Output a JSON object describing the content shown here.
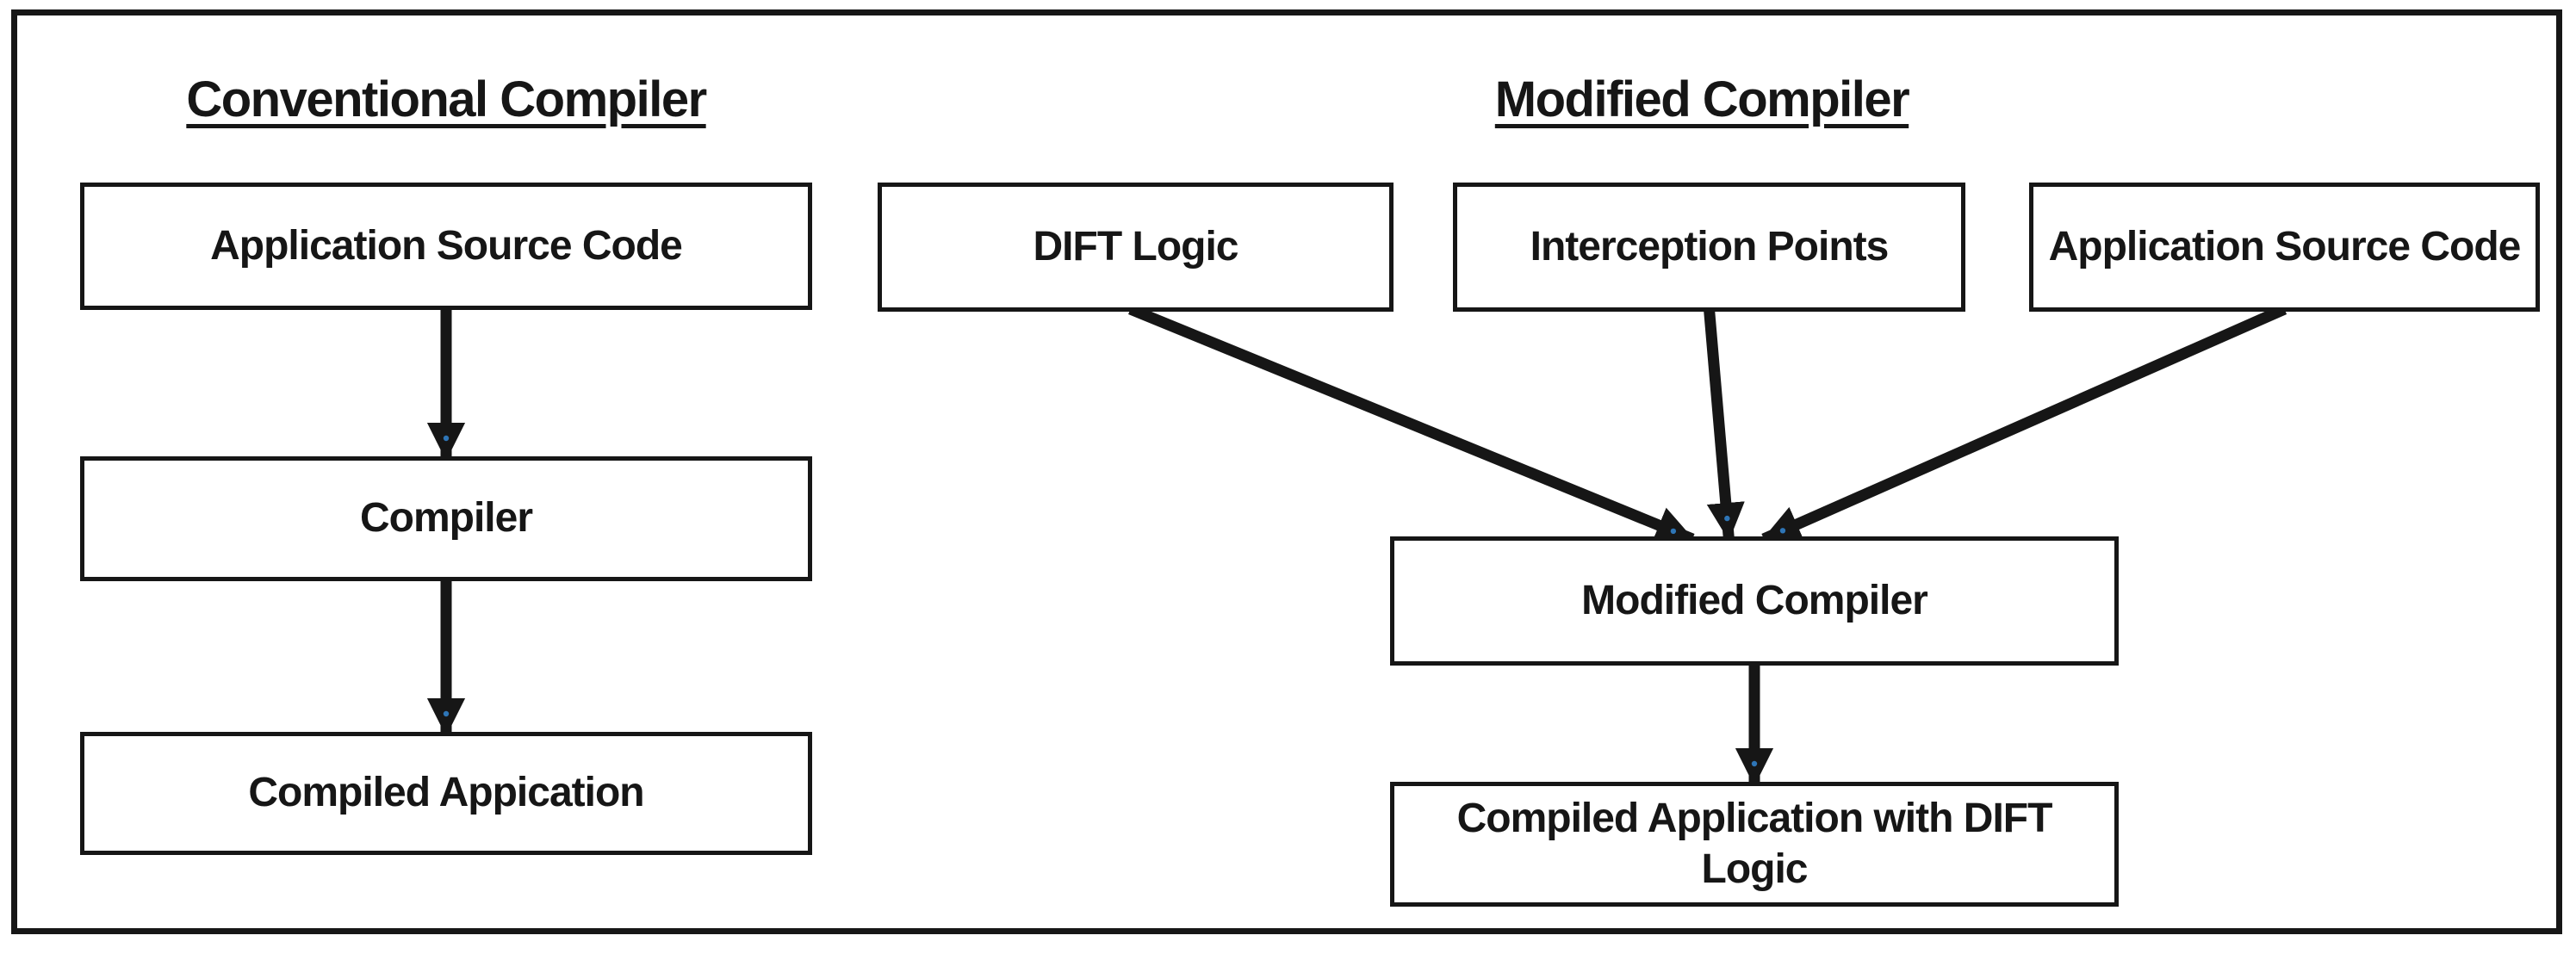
{
  "colors": {
    "ink": "#161616",
    "accent_dot": "#2e75b6",
    "box_bg": "#ffffff",
    "page_bg": "#ffffff"
  },
  "headings": {
    "left": "Conventional Compiler",
    "right": "Modified Compiler"
  },
  "nodes": {
    "app_source_left": {
      "label": "Application Source Code"
    },
    "compiler": {
      "label": "Compiler"
    },
    "compiled_app": {
      "label": "Compiled Appication"
    },
    "dift_logic": {
      "label": "DIFT Logic"
    },
    "interception_points": {
      "label": "Interception Points"
    },
    "app_source_right": {
      "label": "Application Source Code"
    },
    "modified_compiler": {
      "label": "Modified Compiler"
    },
    "compiled_app_dift": {
      "label": "Compiled Application with DIFT Logic"
    }
  },
  "edges": [
    {
      "from": "app_source_left",
      "to": "compiler",
      "from_t": 0.5,
      "to_t": 0.5
    },
    {
      "from": "compiler",
      "to": "compiled_app",
      "from_t": 0.5,
      "to_t": 0.5
    },
    {
      "from": "dift_logic",
      "to": "modified_compiler",
      "from_t": 0.49,
      "to_t": 0.415
    },
    {
      "from": "interception_points",
      "to": "modified_compiler",
      "from_t": 0.5,
      "to_t": 0.465
    },
    {
      "from": "app_source_right",
      "to": "modified_compiler",
      "from_t": 0.5,
      "to_t": 0.513
    },
    {
      "from": "modified_compiler",
      "to": "compiled_app_dift",
      "from_t": 0.5,
      "to_t": 0.5
    }
  ]
}
